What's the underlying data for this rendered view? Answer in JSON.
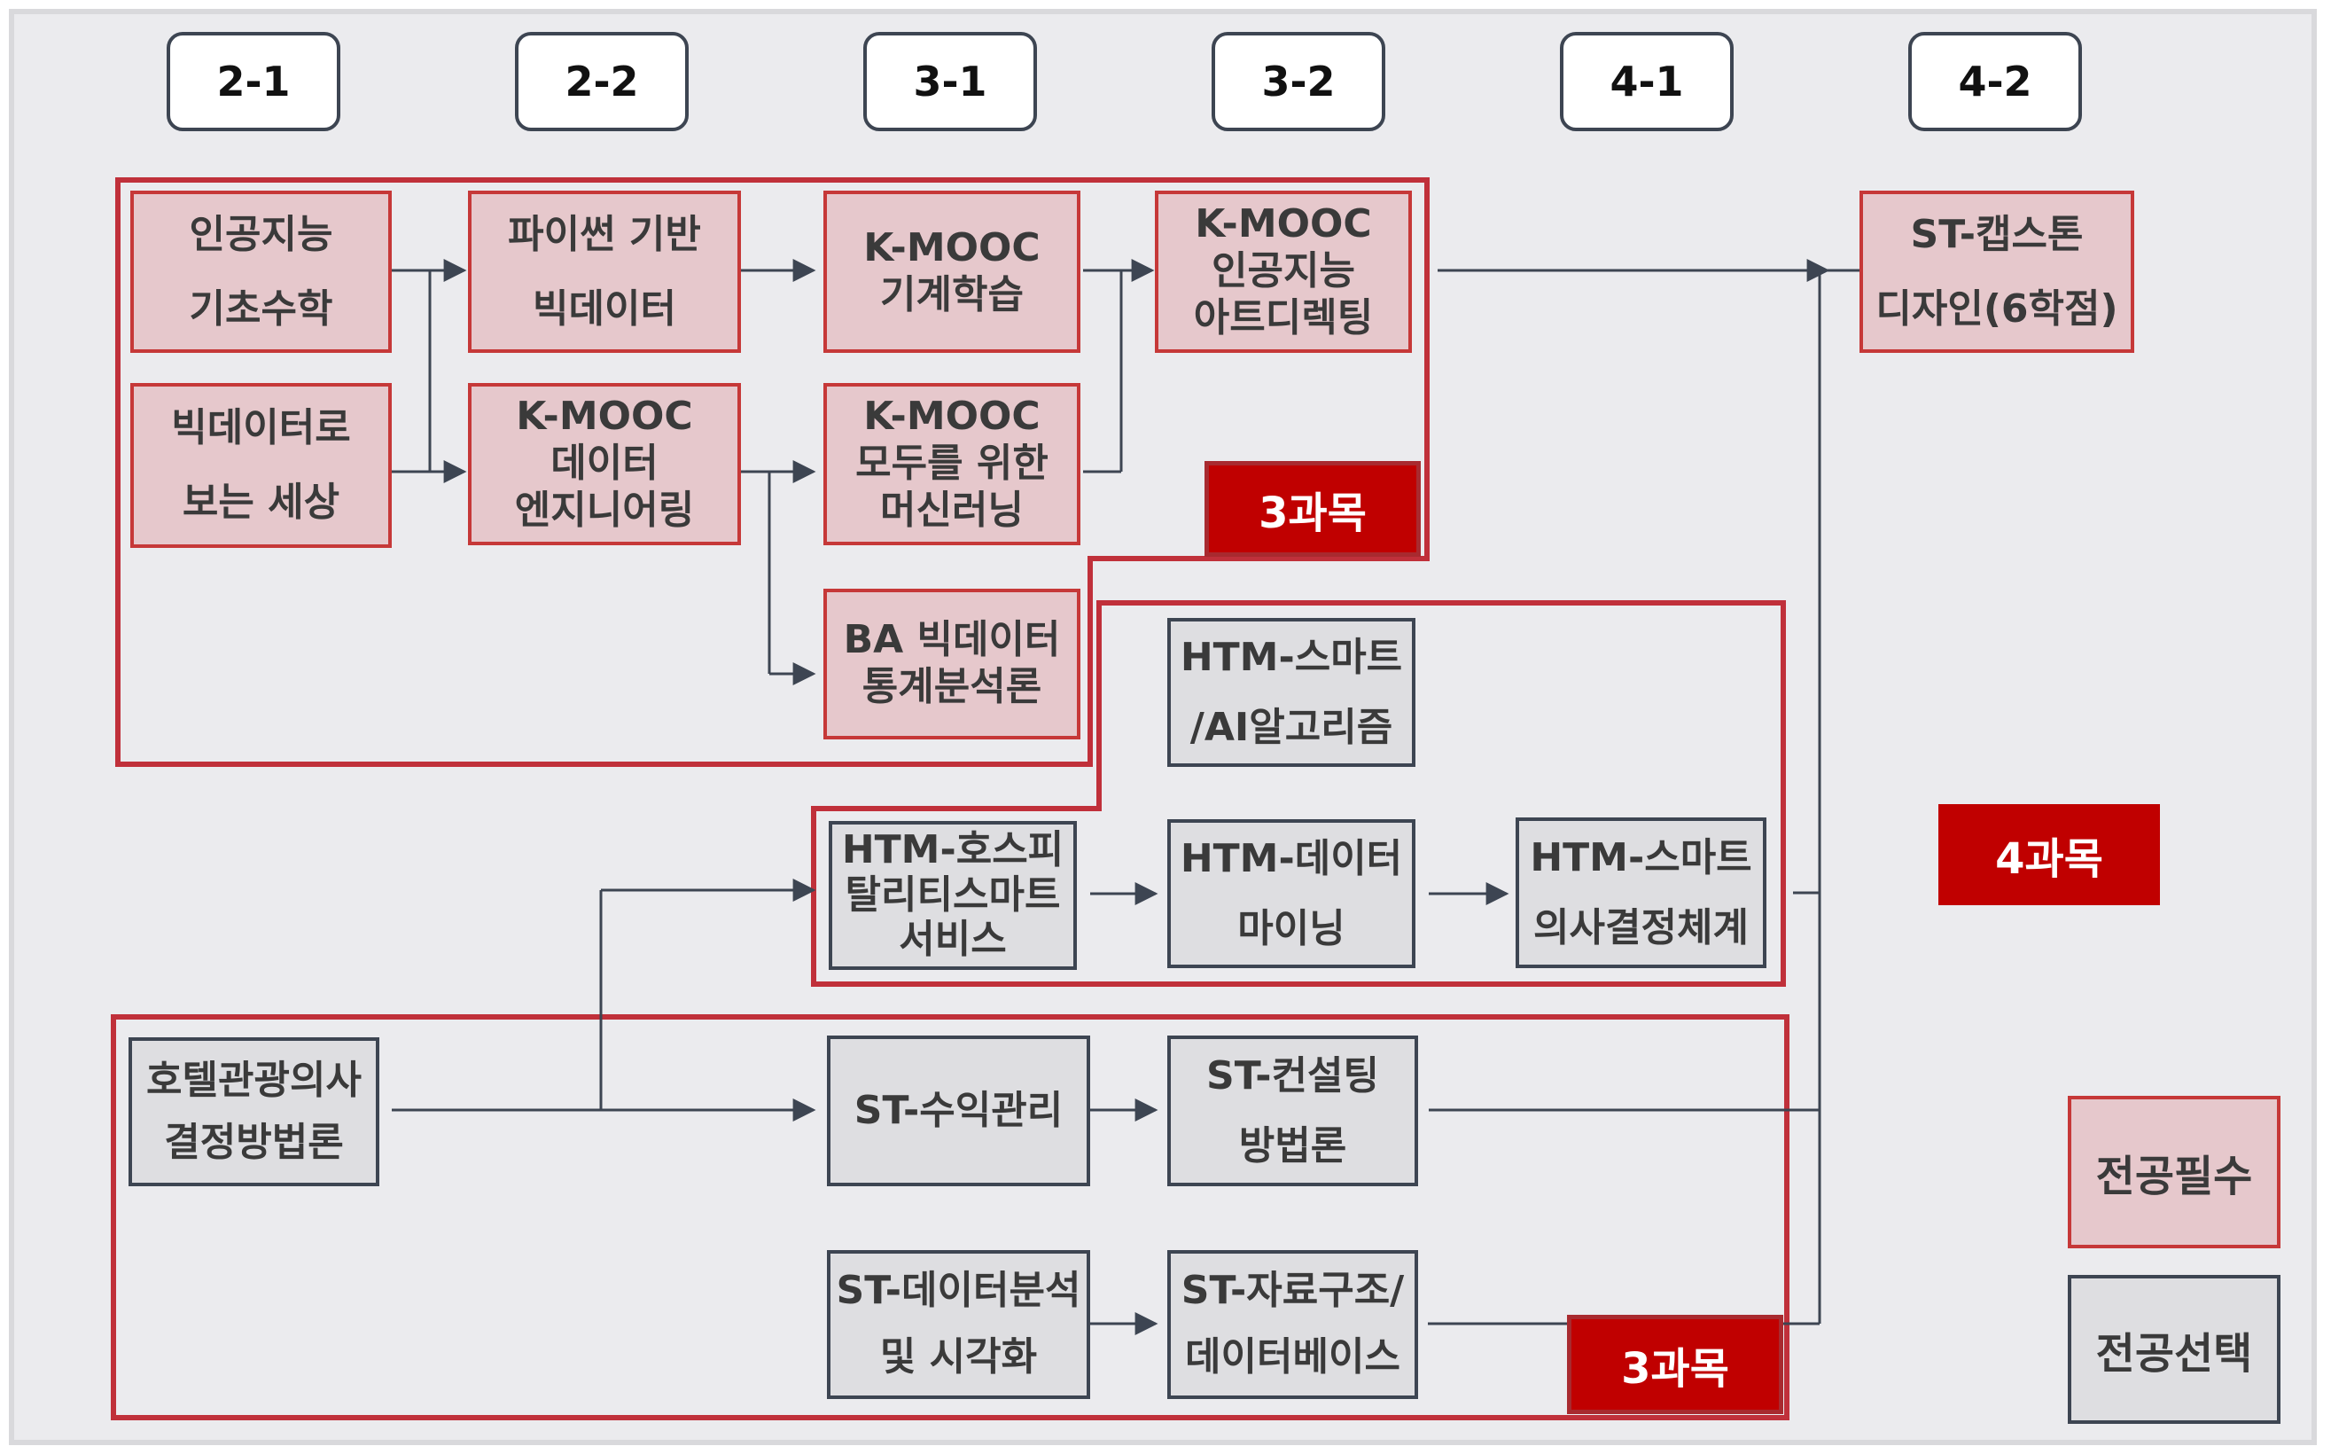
{
  "semesters": [
    "2-1",
    "2-2",
    "3-1",
    "3-2",
    "4-1",
    "4-2"
  ],
  "courses": {
    "ai_math": [
      "인공지능",
      "기초수학"
    ],
    "python_bigdata": [
      "파이썬 기반",
      "빅데이터"
    ],
    "kmooc_ml": [
      "K-MOOC",
      "기계학습"
    ],
    "kmooc_ai_art": [
      "K-MOOC",
      "인공지능",
      "아트디렉팅"
    ],
    "capstone": [
      "ST-캡스톤",
      "디자인(6학점)"
    ],
    "bigdata_world": [
      "빅데이터로",
      "보는 세상"
    ],
    "kmooc_data_eng": [
      "K-MOOC",
      "데이터",
      "엔지니어링"
    ],
    "kmooc_ml_all": [
      "K-MOOC",
      "모두를 위한",
      "머신러닝"
    ],
    "ba_stats": [
      "BA 빅데이터",
      "통계분석론"
    ],
    "htm_ai_algo": [
      "HTM-스마트",
      "/AI알고리즘"
    ],
    "htm_smart_service": [
      "HTM-호스피",
      "탈리티스마트",
      "서비스"
    ],
    "htm_data_mining": [
      "HTM-데이터",
      "마이닝"
    ],
    "htm_decision": [
      "HTM-스마트",
      "의사결정체계"
    ],
    "hotel_decision": [
      "호텔관광의사",
      "결정방법론"
    ],
    "st_revenue": [
      "ST-수익관리"
    ],
    "st_consulting": [
      "ST-컨설팅",
      "방법론"
    ],
    "st_data_viz": [
      "ST-데이터분석",
      "및 시각화"
    ],
    "st_db": [
      "ST-자료구조/",
      "데이터베이스"
    ]
  },
  "badges": {
    "group1": "3과목",
    "group2": "4과목",
    "group3": "3과목"
  },
  "legend": {
    "required": "전공필수",
    "elective": "전공선택"
  },
  "colors": {
    "required_fill": "#e6c8cc",
    "required_border": "#c63838",
    "elective_fill": "#dedee1",
    "elective_border": "#3d4552",
    "badge": "#c00000",
    "group_outline": "#c0303a",
    "connector": "#3d4552"
  }
}
